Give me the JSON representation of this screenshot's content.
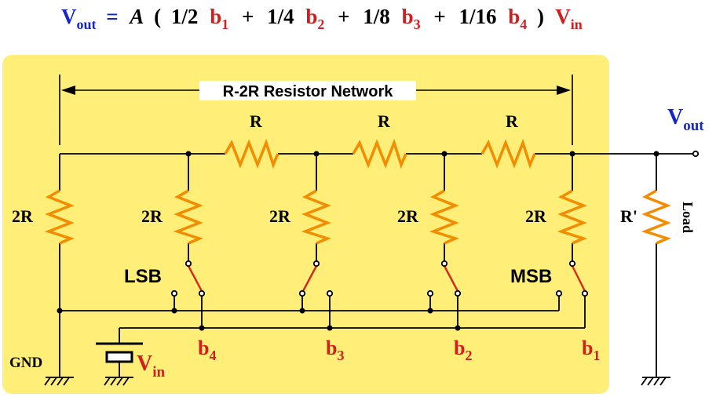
{
  "equation": {
    "lhs_main": "V",
    "lhs_sub": "out",
    "eq": "=",
    "gain": "A",
    "open": "(",
    "t1_coef": "1/2",
    "t1_b": "b",
    "t1_sub": "1",
    "t2_coef": "1/4",
    "t2_b": "b",
    "t2_sub": "2",
    "t3_coef": "1/8",
    "t3_b": "b",
    "t3_sub": "3",
    "t4_coef": "1/16",
    "t4_b": "b",
    "t4_sub": "4",
    "plus": "+",
    "close": ")",
    "rhs_main": "V",
    "rhs_sub": "in"
  },
  "network_label": "R-2R Resistor Network",
  "resistors": {
    "series": "R",
    "shunt": "2R",
    "load": "R'",
    "load_text": "Load"
  },
  "switch_labels": {
    "lsb": "LSB",
    "msb": "MSB"
  },
  "bits": [
    {
      "main": "b",
      "sub": "4"
    },
    {
      "main": "b",
      "sub": "3"
    },
    {
      "main": "b",
      "sub": "2"
    },
    {
      "main": "b",
      "sub": "1"
    }
  ],
  "vout": {
    "main": "V",
    "sub": "out"
  },
  "vin": {
    "main": "V",
    "sub": "in"
  },
  "gnd": "GND",
  "colors": {
    "panel": "#FFEE77",
    "resistor": "#F28C00",
    "switch": "#D2281E",
    "red_text": "#D21E1E",
    "blue_text": "#1426C8",
    "wire": "#000000"
  }
}
